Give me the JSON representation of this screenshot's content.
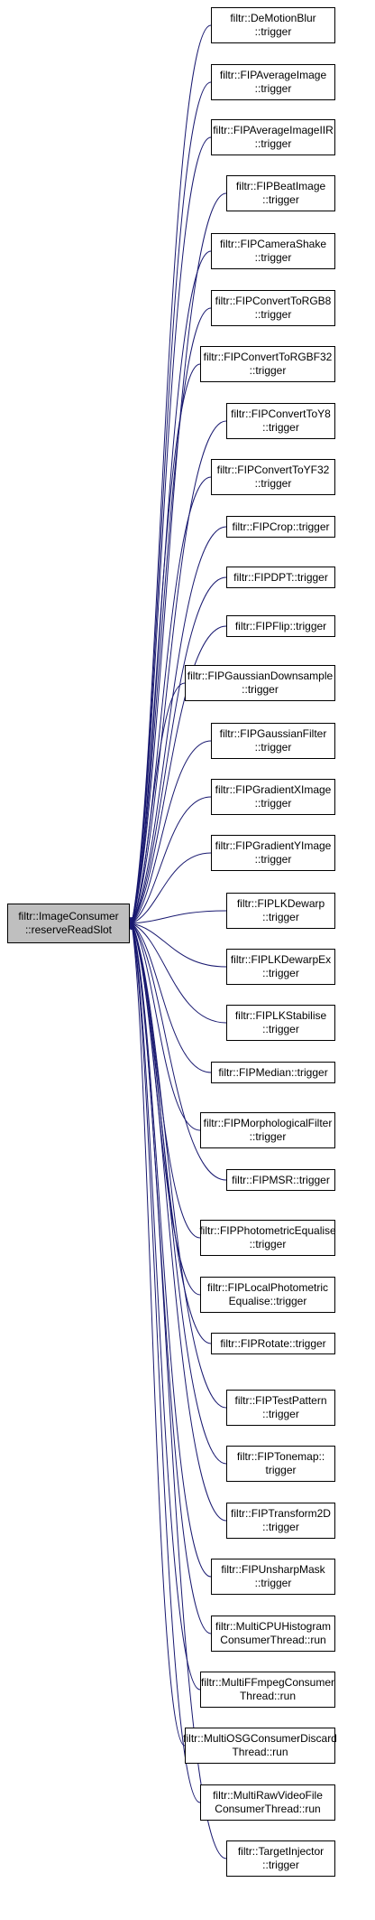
{
  "colors": {
    "edge": "#191970",
    "source_fill": "#bfbfbf",
    "node_fill": "#ffffff",
    "border": "#000000"
  },
  "source": {
    "lines": [
      "filtr::ImageConsumer",
      "::reserveReadSlot"
    ]
  },
  "callers": [
    {
      "lines": [
        "filtr::DeMotionBlur",
        "::trigger"
      ]
    },
    {
      "lines": [
        "filtr::FIPAverageImage",
        "::trigger"
      ]
    },
    {
      "lines": [
        "filtr::FIPAverageImageIIR",
        "::trigger"
      ]
    },
    {
      "lines": [
        "filtr::FIPBeatImage",
        "::trigger"
      ]
    },
    {
      "lines": [
        "filtr::FIPCameraShake",
        "::trigger"
      ]
    },
    {
      "lines": [
        "filtr::FIPConvertToRGB8",
        "::trigger"
      ]
    },
    {
      "lines": [
        "filtr::FIPConvertToRGBF32",
        "::trigger"
      ]
    },
    {
      "lines": [
        "filtr::FIPConvertToY8",
        "::trigger"
      ]
    },
    {
      "lines": [
        "filtr::FIPConvertToYF32",
        "::trigger"
      ]
    },
    {
      "lines": [
        "filtr::FIPCrop::trigger"
      ]
    },
    {
      "lines": [
        "filtr::FIPDPT::trigger"
      ]
    },
    {
      "lines": [
        "filtr::FIPFlip::trigger"
      ]
    },
    {
      "lines": [
        "filtr::FIPGaussianDownsample",
        "::trigger"
      ]
    },
    {
      "lines": [
        "filtr::FIPGaussianFilter",
        "::trigger"
      ]
    },
    {
      "lines": [
        "filtr::FIPGradientXImage",
        "::trigger"
      ]
    },
    {
      "lines": [
        "filtr::FIPGradientYImage",
        "::trigger"
      ]
    },
    {
      "lines": [
        "filtr::FIPLKDewarp",
        "::trigger"
      ]
    },
    {
      "lines": [
        "filtr::FIPLKDewarpEx",
        "::trigger"
      ]
    },
    {
      "lines": [
        "filtr::FIPLKStabilise",
        "::trigger"
      ]
    },
    {
      "lines": [
        "filtr::FIPMedian::trigger"
      ]
    },
    {
      "lines": [
        "filtr::FIPMorphologicalFilter",
        "::trigger"
      ]
    },
    {
      "lines": [
        "filtr::FIPMSR::trigger"
      ]
    },
    {
      "lines": [
        "filtr::FIPPhotometricEqualise",
        "::trigger"
      ]
    },
    {
      "lines": [
        "filtr::FIPLocalPhotometric",
        "Equalise::trigger"
      ]
    },
    {
      "lines": [
        "filtr::FIPRotate::trigger"
      ]
    },
    {
      "lines": [
        "filtr::FIPTestPattern",
        "::trigger"
      ]
    },
    {
      "lines": [
        "filtr::FIPTonemap::",
        "trigger"
      ]
    },
    {
      "lines": [
        "filtr::FIPTransform2D",
        "::trigger"
      ]
    },
    {
      "lines": [
        "filtr::FIPUnsharpMask",
        "::trigger"
      ]
    },
    {
      "lines": [
        "filtr::MultiCPUHistogram",
        "ConsumerThread::run"
      ]
    },
    {
      "lines": [
        "filtr::MultiFFmpegConsumer",
        "Thread::run"
      ]
    },
    {
      "lines": [
        "filtr::MultiOSGConsumerDiscard",
        "Thread::run"
      ]
    },
    {
      "lines": [
        "filtr::MultiRawVideoFile",
        "ConsumerThread::run"
      ]
    },
    {
      "lines": [
        "filtr::TargetInjector",
        "::trigger"
      ]
    }
  ]
}
